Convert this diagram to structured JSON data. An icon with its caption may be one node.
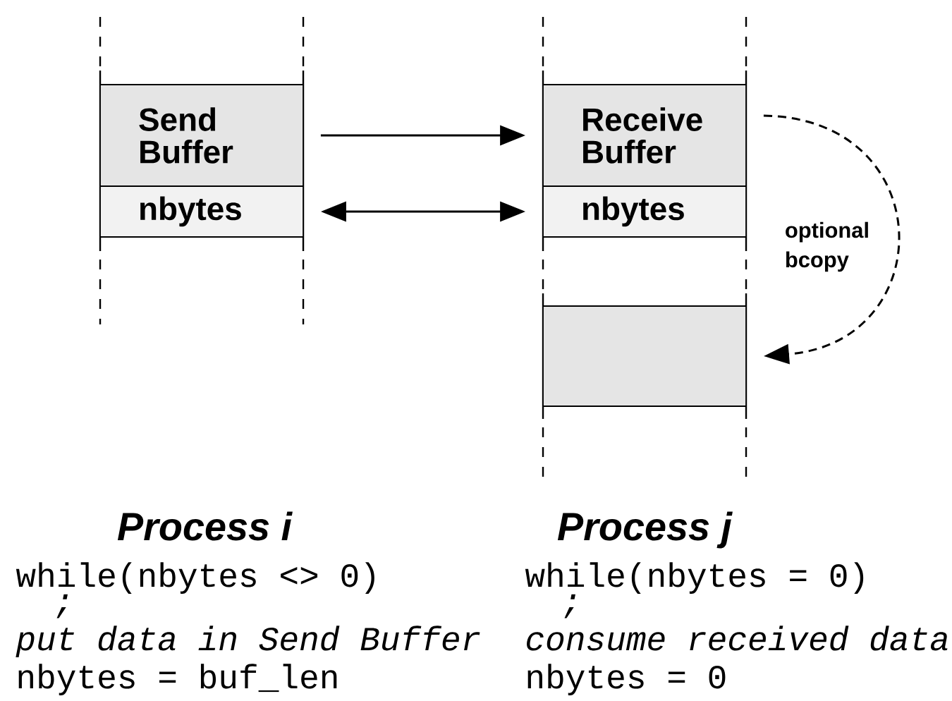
{
  "diagram": {
    "nodes": [
      {
        "text": [
          "Send Buffer"
        ]
      },
      {
        "text": [
          "nbytes"
        ]
      },
      {
        "text": [
          "Receive Buffer"
        ]
      },
      {
        "text": [
          "nbytes"
        ]
      },
      {
        "text": [],
        "shape": "box"
      }
    ],
    "edges": [
      {
        "from": 0,
        "to": 2,
        "arrow": "to"
      },
      {
        "from": 1,
        "to": 3,
        "arrow": "both"
      },
      {
        "from": 2,
        "to": 4,
        "arrow": "to",
        "style": "dashed",
        "label": "optional bcopy"
      }
    ],
    "labels": [
      "Process i",
      "Process j",
      "while(nbytes <> 0)",
      "while(nbytes = 0)",
      ";",
      ";",
      "put data in Send Buffer",
      "consume received data",
      "nbytes = buf_len",
      "nbytes = 0"
    ]
  }
}
